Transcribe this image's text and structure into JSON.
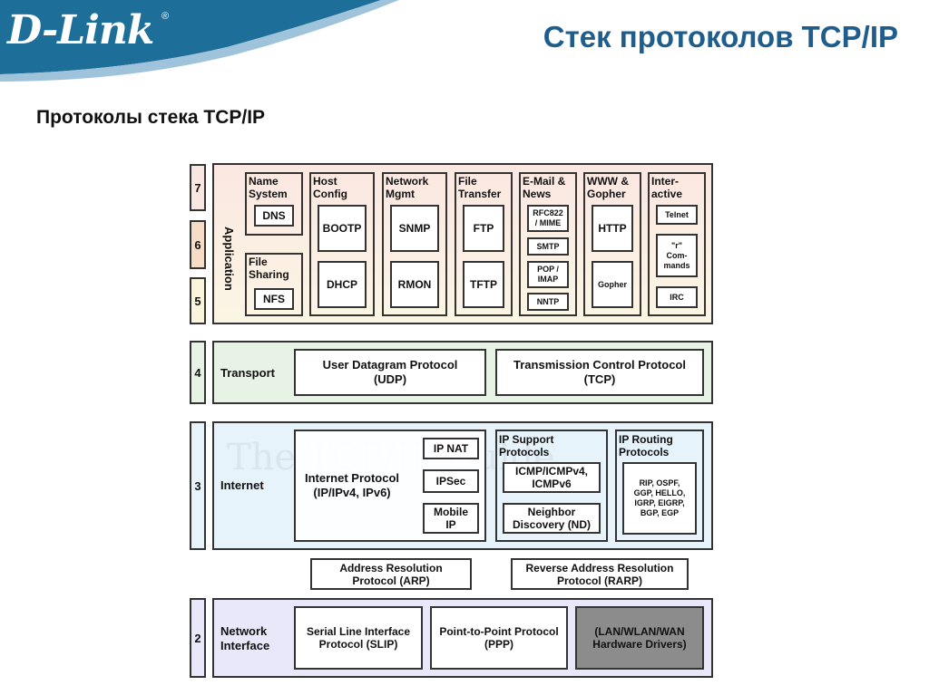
{
  "header": {
    "logo": "D-Link",
    "registered": "®",
    "title": "Стек протоколов TCP/IP",
    "subtitle": "Протоколы стека TCP/IP",
    "colors": {
      "banner": "#1e6e9a",
      "title": "#1f5d8d"
    }
  },
  "diagram": {
    "layer_numbers": {
      "l7": "7",
      "l6": "6",
      "l5": "5",
      "l4": "4",
      "l3": "3",
      "l2": "2"
    },
    "application": {
      "label": "Application",
      "name_system": {
        "title": "Name\nSystem",
        "items": [
          "DNS"
        ]
      },
      "file_sharing": {
        "title": "File\nSharing",
        "items": [
          "NFS"
        ]
      },
      "host_config": {
        "title": "Host\nConfig",
        "items": [
          "BOOTP",
          "DHCP"
        ]
      },
      "network_mgmt": {
        "title": "Network\nMgmt",
        "items": [
          "SNMP",
          "RMON"
        ]
      },
      "file_transfer": {
        "title": "File\nTransfer",
        "items": [
          "FTP",
          "TFTP"
        ]
      },
      "email_news": {
        "title": "E-Mail &\nNews",
        "items": [
          "RFC822\n/ MIME",
          "SMTP",
          "POP /\nIMAP",
          "NNTP"
        ]
      },
      "www_gopher": {
        "title": "WWW &\nGopher",
        "items": [
          "HTTP",
          "Gopher"
        ]
      },
      "interactive": {
        "title": "Inter-\nactive",
        "items": [
          "Telnet",
          "\"r\"\nCom-\nmands",
          "IRC"
        ]
      }
    },
    "transport": {
      "label": "Transport",
      "udp": "User Datagram Protocol\n(UDP)",
      "tcp": "Transmission Control Protocol\n(TCP)"
    },
    "internet": {
      "label": "Internet",
      "ip": "Internet Protocol\n(IP/IPv4, IPv6)",
      "ip_nat": "IP NAT",
      "ipsec": "IPSec",
      "mobile_ip": "Mobile\nIP",
      "support_title": "IP Support\nProtocols",
      "icmp": "ICMP/ICMPv4,\nICMPv6",
      "nd": "Neighbor\nDiscovery (ND)",
      "routing_title": "IP Routing\nProtocols",
      "routing_list": "RIP, OSPF,\nGGP, HELLO,\nIGRP, EIGRP,\nBGP, EGP",
      "watermark": "The TCP/IP Guide"
    },
    "arp": "Address Resolution\nProtocol (ARP)",
    "rarp": "Reverse Address Resolution\nProtocol (RARP)",
    "network_interface": {
      "label": "Network\nInterface",
      "slip": "Serial Line Interface\nProtocol (SLIP)",
      "ppp": "Point-to-Point Protocol\n(PPP)",
      "hw": "(LAN/WLAN/WAN\nHardware Drivers)"
    },
    "colors": {
      "application_band": "#fbeae4",
      "transport_band": "#e7f3e4",
      "internet_band": "#e6f3fb",
      "netif_band": "#e8e8fa",
      "hw_box": "#8c8c8c",
      "layer7": "#f9e6e0",
      "layer6": "#f7dcc6",
      "layer5": "#fbf5dc"
    }
  }
}
